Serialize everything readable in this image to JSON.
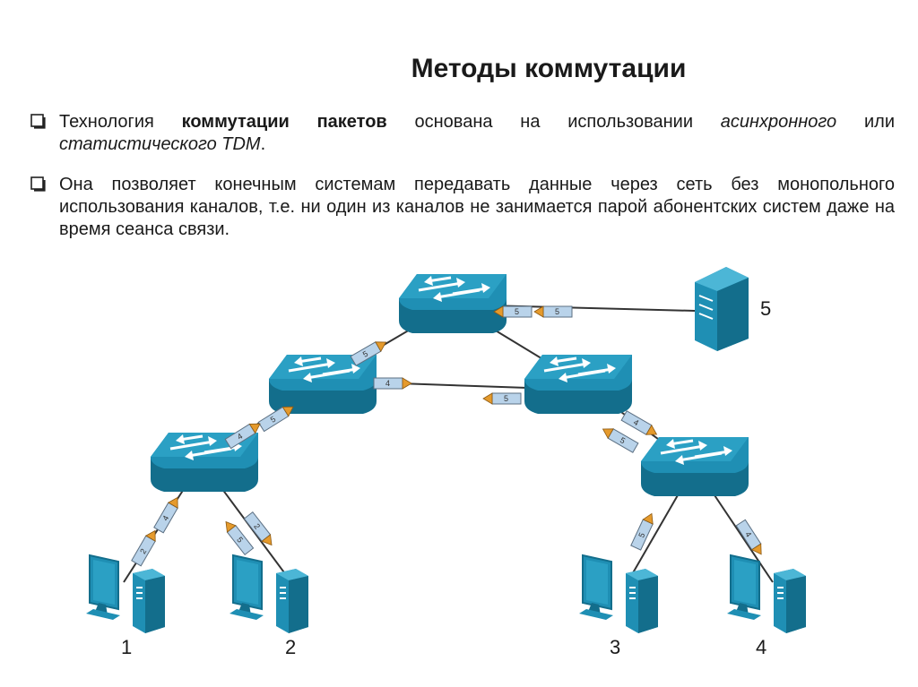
{
  "slide": {
    "title": "Методы коммутации",
    "bullet1": {
      "prefix": "Технология ",
      "bold": "коммутации пакетов",
      "middle": " основана на использовании ",
      "italic1": "асинхронного",
      "middle2": " или ",
      "italic2": "статистического TDM",
      "end": "."
    },
    "bullet2": "Она позволяет конечным системам передавать данные через сеть без монопольного использования каналов, т.е. ни один из каналов не занимается парой абонентских систем даже на время сеанса связи."
  },
  "diagram": {
    "nodes": {
      "pc1": "1",
      "pc2": "2",
      "pc3": "3",
      "pc4": "4",
      "server": "5"
    },
    "packets": {
      "p_top_server_a": "5",
      "p_top_server_b": "5",
      "p_left_top": "5",
      "p_left_right": "4",
      "p_right_left": "5",
      "p_sw3_sw2_a": "5",
      "p_sw3_sw2_b": "4",
      "p_sw4_sw3_a": "4",
      "p_sw4_sw3_b": "5",
      "p_pc1_a": "2",
      "p_pc1_b": "4",
      "p_pc2_a": "2",
      "p_pc2_b": "5",
      "p_pc3": "5",
      "p_pc4": "4"
    },
    "colors": {
      "device": "#1f8fb4",
      "device_dark": "#136e8c",
      "device_top": "#4cb6d6",
      "packet": "#b9d3ea",
      "packet_tip": "#e59a2c",
      "link": "#333333"
    }
  }
}
